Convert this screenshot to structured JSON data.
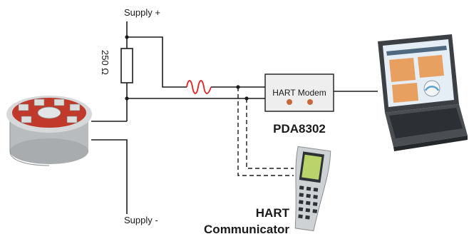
{
  "labels": {
    "supply_plus": "Supply +",
    "supply_minus": "Supply -",
    "resistor_value": "250 Ω",
    "modem_label": "HART Modem",
    "modem_model": "PDA8302",
    "communicator_line1": "HART",
    "communicator_line2": "Communicator"
  },
  "colors": {
    "wire": "#1a1a1a",
    "hart_signal": "#e02020",
    "modem_fill": "#eeeeee",
    "modem_led": "#c8683a",
    "transmitter_head": "#c0392b",
    "transmitter_body": "#c9cbcc",
    "laptop_body": "#3c4045",
    "screen_bg": "#e6eef5"
  },
  "icons": {
    "transmitter": "temperature-transmitter-icon",
    "laptop": "laptop-icon",
    "communicator": "handheld-communicator-icon",
    "resistor": "resistor-icon",
    "signal": "hart-signal-wave-icon"
  }
}
